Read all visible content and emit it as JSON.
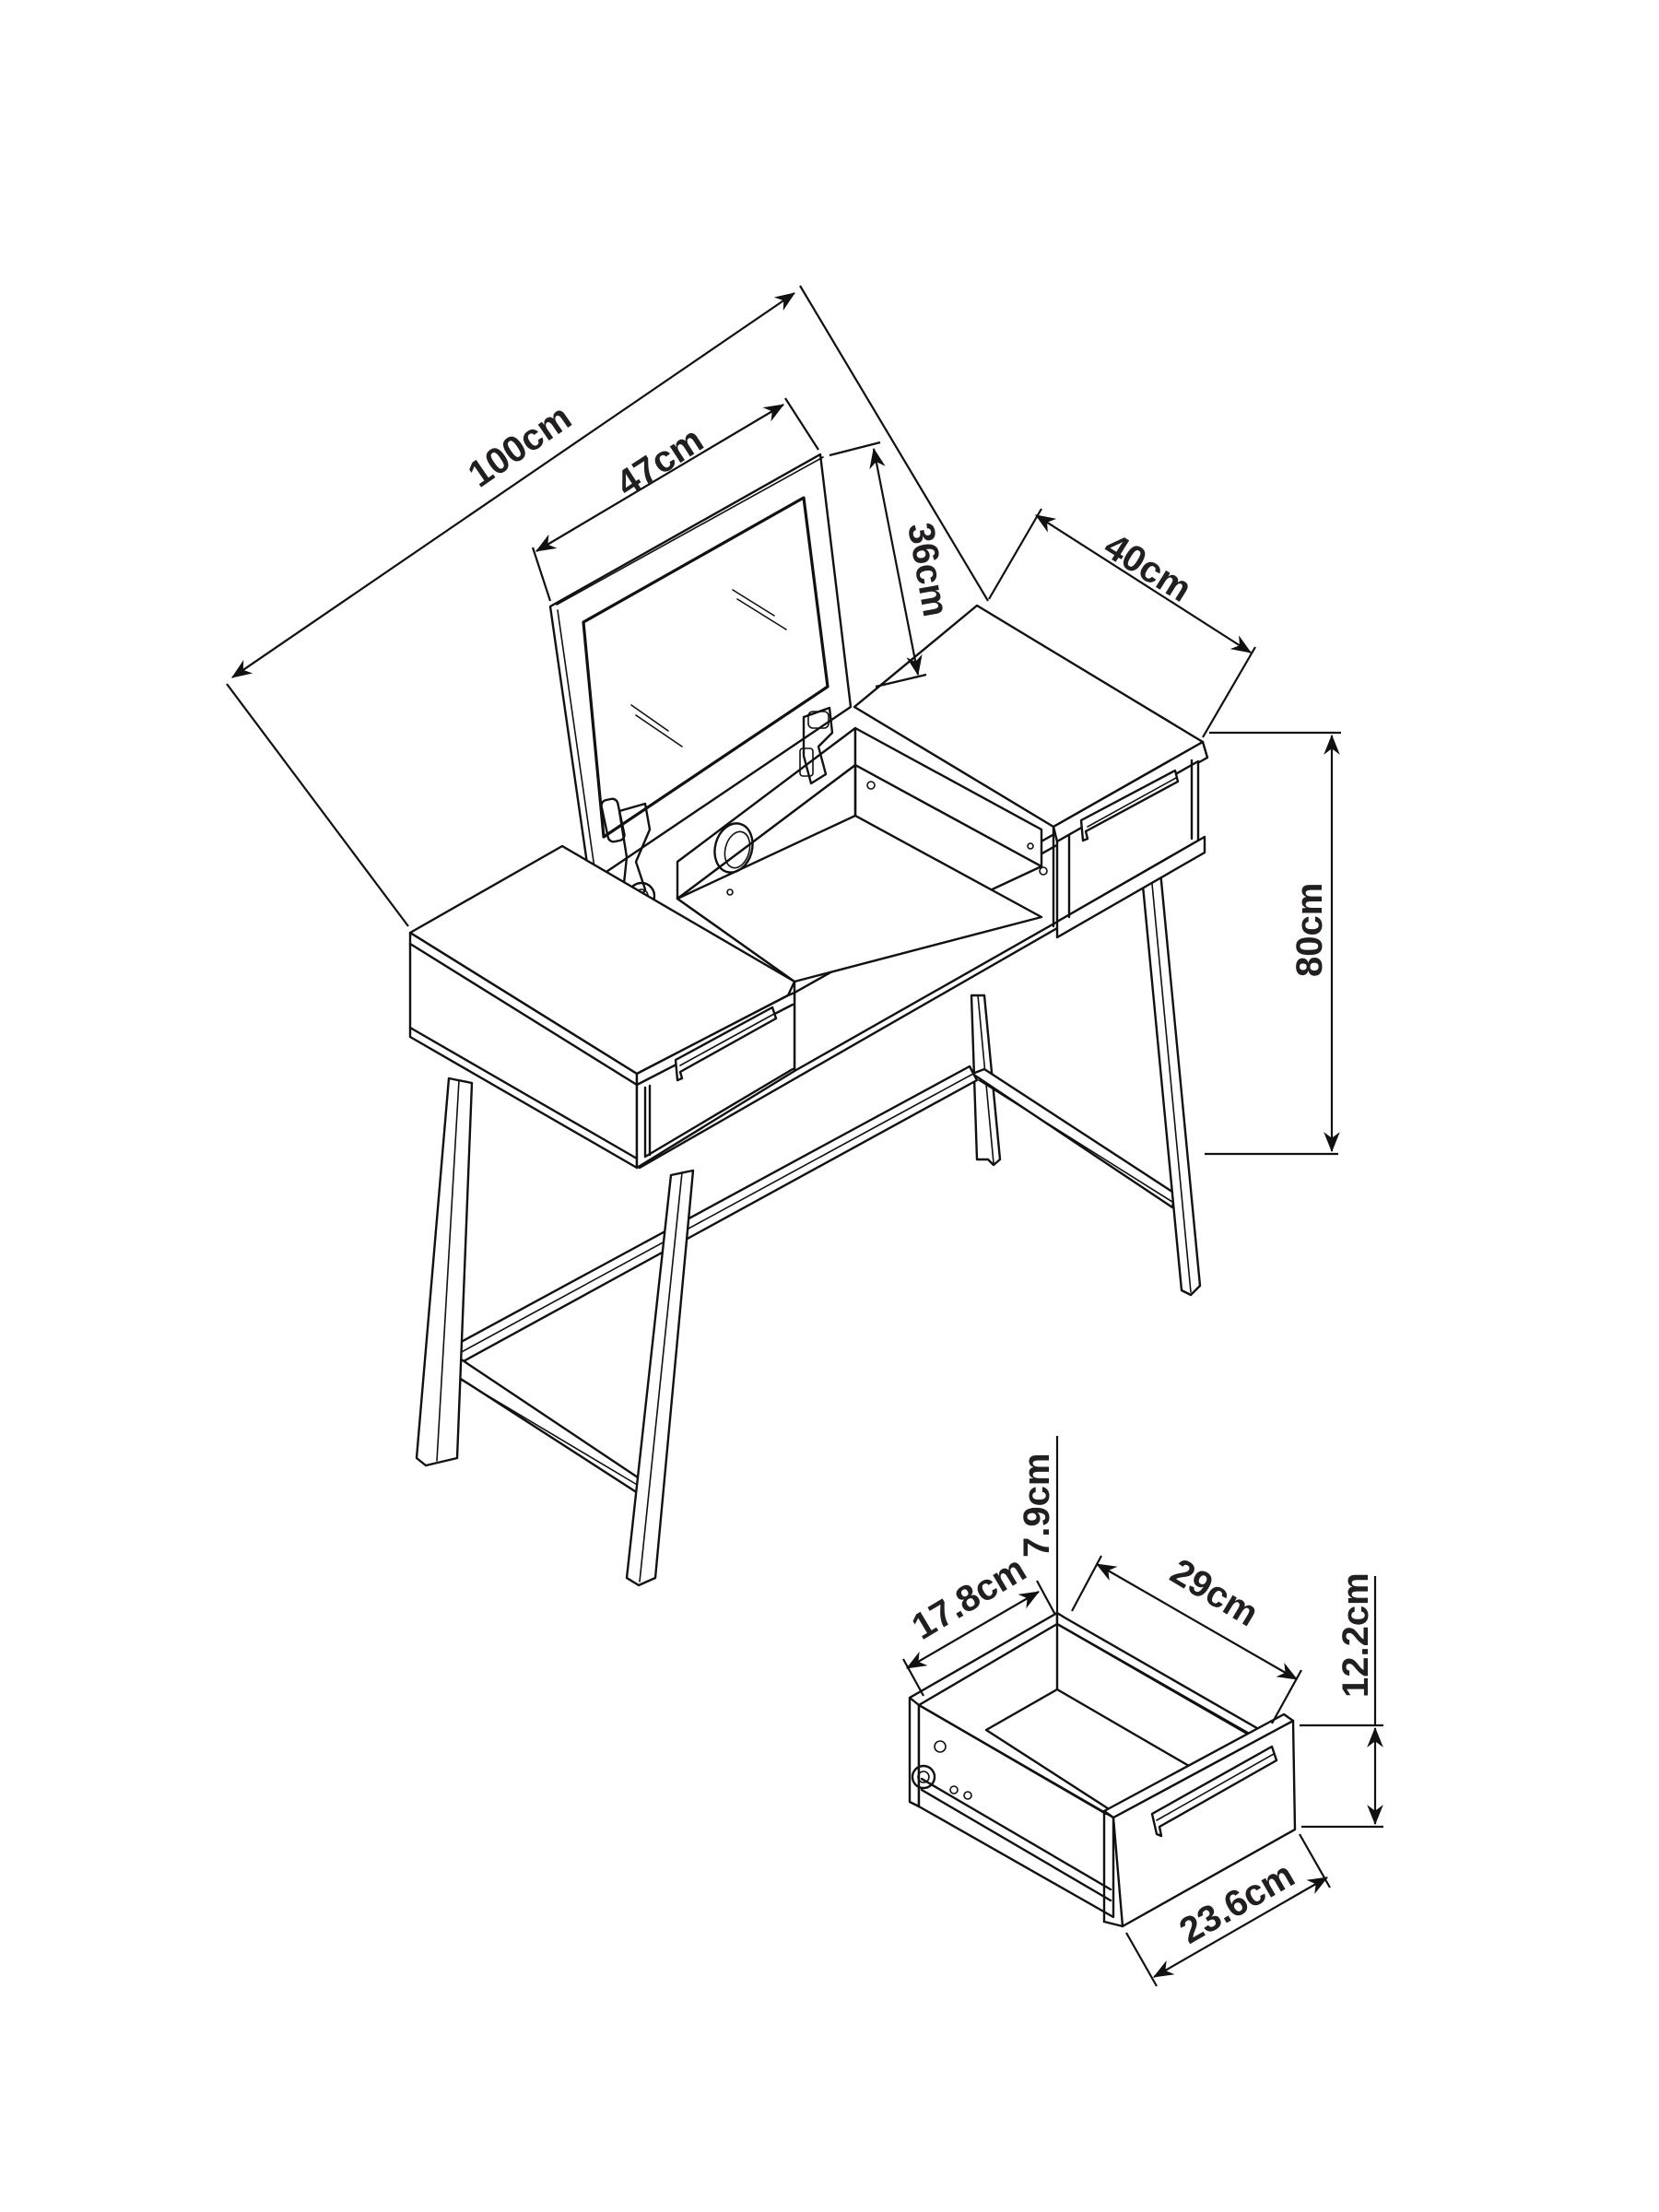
{
  "diagram": {
    "subject": "Vanity dressing table with flip-up mirror and drawers",
    "colors": {
      "line": "#111111",
      "label": "#231f20",
      "background": "#ffffff"
    },
    "table_dimensions": {
      "total_width": "100cm",
      "mirror_width": "47cm",
      "mirror_height": "36cm",
      "depth": "40cm",
      "height": "80cm"
    },
    "drawer_dimensions": {
      "inner_height": "7.9cm",
      "inner_width": "17.8cm",
      "inner_depth": "29cm",
      "front_height": "12.2cm",
      "front_width": "23.6cm"
    }
  }
}
